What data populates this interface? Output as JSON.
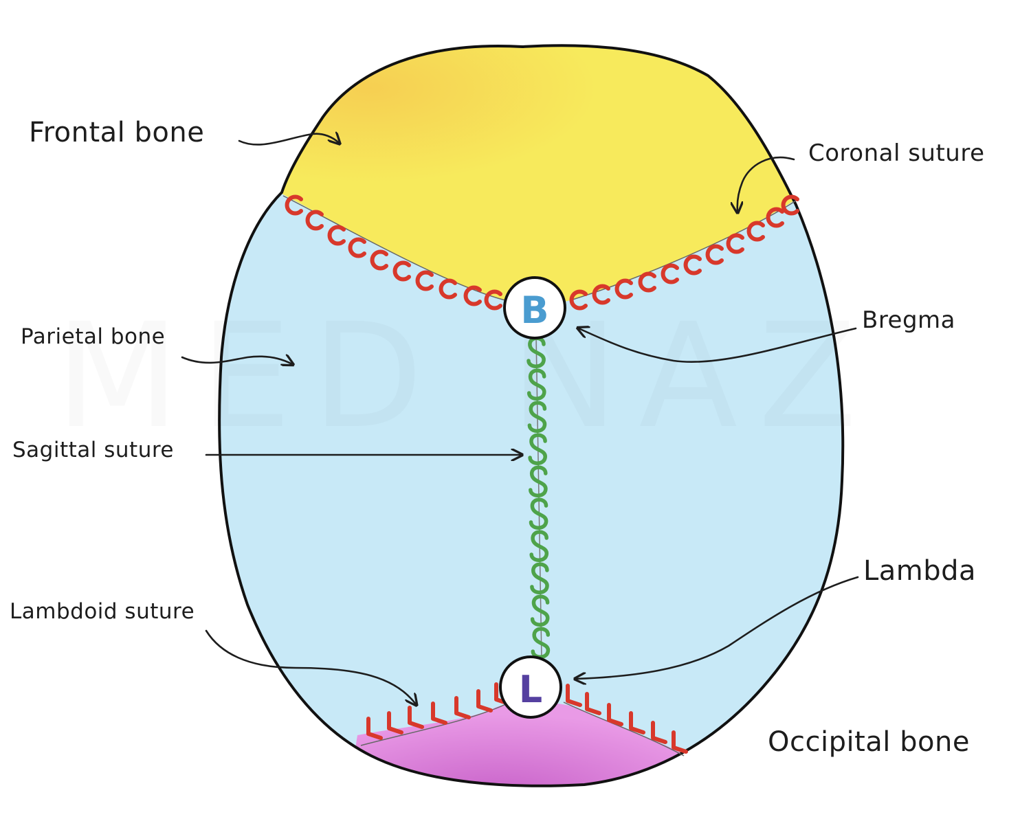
{
  "labels": {
    "frontal_bone": "Frontal bone",
    "coronal_suture": "Coronal suture",
    "bregma": "Bregma",
    "parietal_bone": "Parietal bone",
    "sagittal_suture": "Sagittal suture",
    "lambda": "Lambda",
    "lambdoid_suture": "Lambdoid suture",
    "occipital_bone": "Occipital bone"
  },
  "markers": {
    "bregma": "B",
    "lambda": "L"
  },
  "colors": {
    "frontal": "#f7ea5c",
    "parietal": "#c8e9f7",
    "occipital": "#e590e3",
    "coronal_suture": "#d8382b",
    "sagittal_suture": "#4ea34a",
    "lambdoid_suture": "#d8382b",
    "bregma_letter": "#4a9cd0",
    "lambda_letter": "#5540a0"
  }
}
